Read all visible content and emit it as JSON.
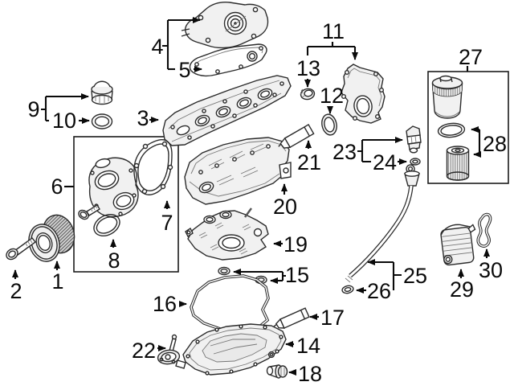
{
  "diagram": {
    "type": "exploded-parts-diagram",
    "background_color": "#ffffff",
    "line_color": "#0a0a0a",
    "part_fill_color": "#f1f1f1",
    "callouts": [
      {
        "number": "1"
      },
      {
        "number": "2"
      },
      {
        "number": "3"
      },
      {
        "number": "4"
      },
      {
        "number": "5"
      },
      {
        "number": "6"
      },
      {
        "number": "7"
      },
      {
        "number": "8"
      },
      {
        "number": "9"
      },
      {
        "number": "10"
      },
      {
        "number": "11"
      },
      {
        "number": "12"
      },
      {
        "number": "13"
      },
      {
        "number": "14"
      },
      {
        "number": "15"
      },
      {
        "number": "16"
      },
      {
        "number": "17"
      },
      {
        "number": "18"
      },
      {
        "number": "19"
      },
      {
        "number": "20"
      },
      {
        "number": "21"
      },
      {
        "number": "22"
      },
      {
        "number": "23"
      },
      {
        "number": "24"
      },
      {
        "number": "25"
      },
      {
        "number": "26"
      },
      {
        "number": "27"
      },
      {
        "number": "28"
      },
      {
        "number": "29"
      },
      {
        "number": "30"
      }
    ]
  }
}
